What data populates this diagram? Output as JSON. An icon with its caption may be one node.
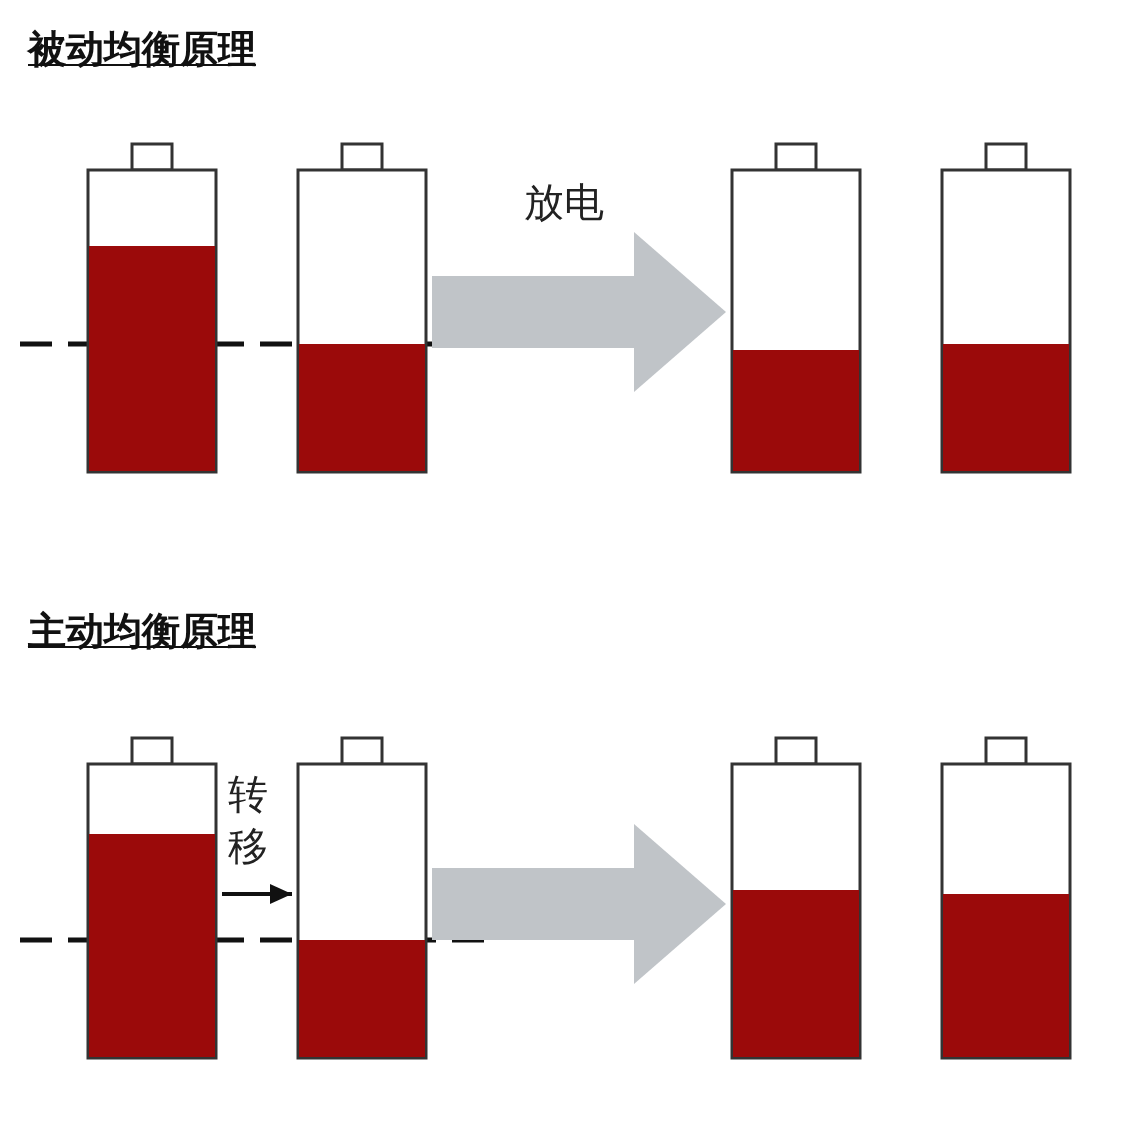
{
  "diagram": {
    "nodes": [
      {
        "text": [],
        "shape": "battery"
      },
      {
        "text": [],
        "shape": "battery"
      },
      {
        "text": [],
        "shape": "battery"
      },
      {
        "text": [],
        "shape": "battery"
      },
      {
        "text": [],
        "shape": "battery"
      },
      {
        "text": [],
        "shape": "battery"
      },
      {
        "text": [],
        "shape": "battery"
      },
      {
        "text": [],
        "shape": "battery"
      }
    ],
    "edges": [
      {
        "from": 1,
        "to": 2,
        "arrow": "to",
        "label": "放电"
      },
      {
        "from": 4,
        "to": 5,
        "arrow": "to",
        "label": "转移",
        "color": "#111111"
      },
      {
        "from": 5,
        "to": 6,
        "arrow": "to"
      }
    ],
    "labels": [
      "被动均衡原理",
      "主动均衡原理"
    ]
  }
}
